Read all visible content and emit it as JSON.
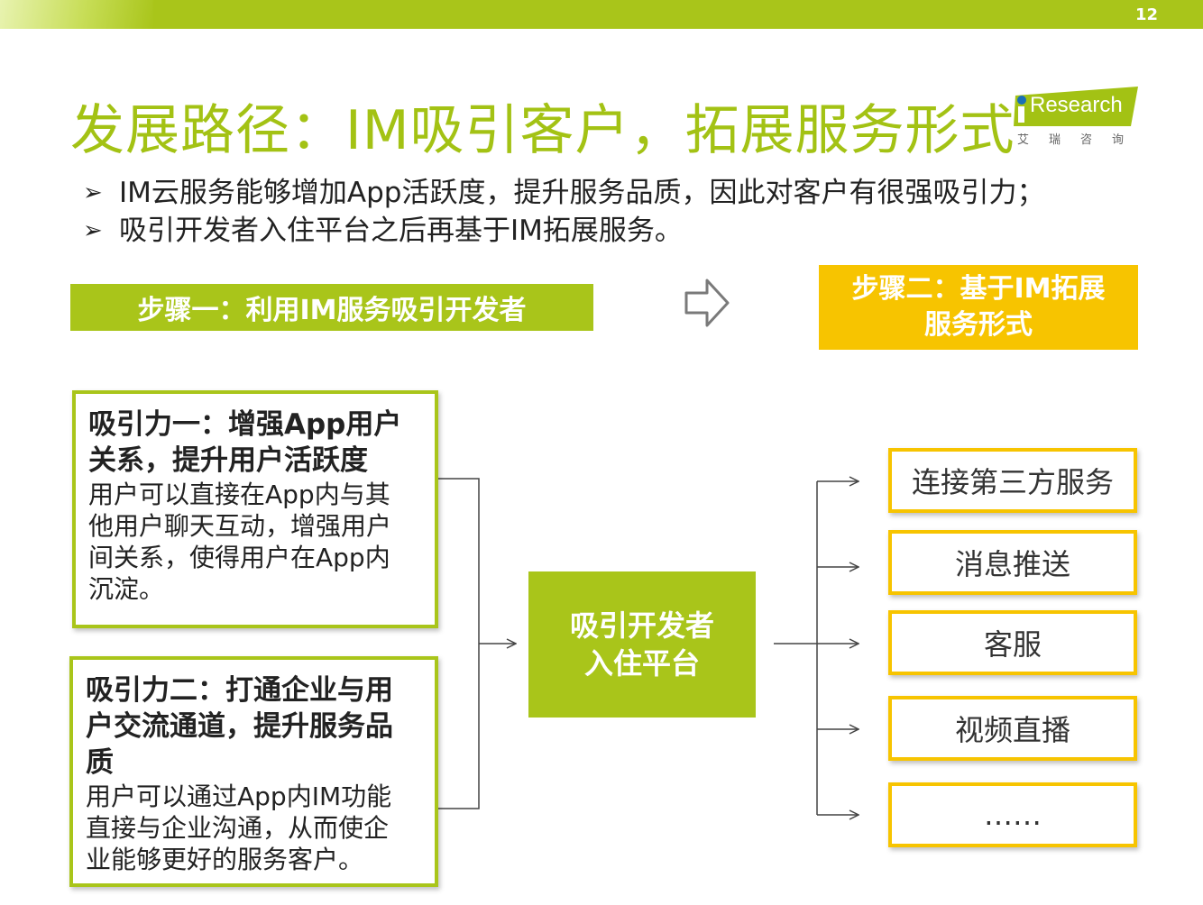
{
  "header": {
    "page_number": "12",
    "title": "发展路径：IM吸引客户，拓展服务形式",
    "logo_text": "Research",
    "logo_subtitle": "艾瑞咨询"
  },
  "bullets": [
    "IM云服务能够增加App活跃度，提升服务品质，因此对客户有很强吸引力；",
    "吸引开发者入住平台之后再基于IM拓展服务。"
  ],
  "steps": {
    "step1": "步骤一：利用IM服务吸引开发者",
    "step2_line1": "步骤二：基于IM拓展",
    "step2_line2": "服务形式"
  },
  "attractions": [
    {
      "title_lines": [
        "吸引力一：增强App用户",
        "关系，提升用户活跃度"
      ],
      "body_lines": [
        "用户可以直接在App内与其",
        "他用户聊天互动，增强用户",
        "间关系，使得用户在App内",
        "沉淀。"
      ]
    },
    {
      "title_lines": [
        "吸引力二：打通企业与用",
        "户交流通道，提升服务品",
        "质"
      ],
      "body_lines": [
        "用户可以通过App内IM功能",
        "直接与企业沟通，从而使企",
        "业能够更好的服务客户。"
      ]
    }
  ],
  "center": {
    "line1": "吸引开发者",
    "line2": "入住平台"
  },
  "services": [
    "连接第三方服务",
    "消息推送",
    "客服",
    "视频直播",
    "……"
  ],
  "colors": {
    "green": "#a9c51a",
    "yellow": "#f7c400"
  }
}
